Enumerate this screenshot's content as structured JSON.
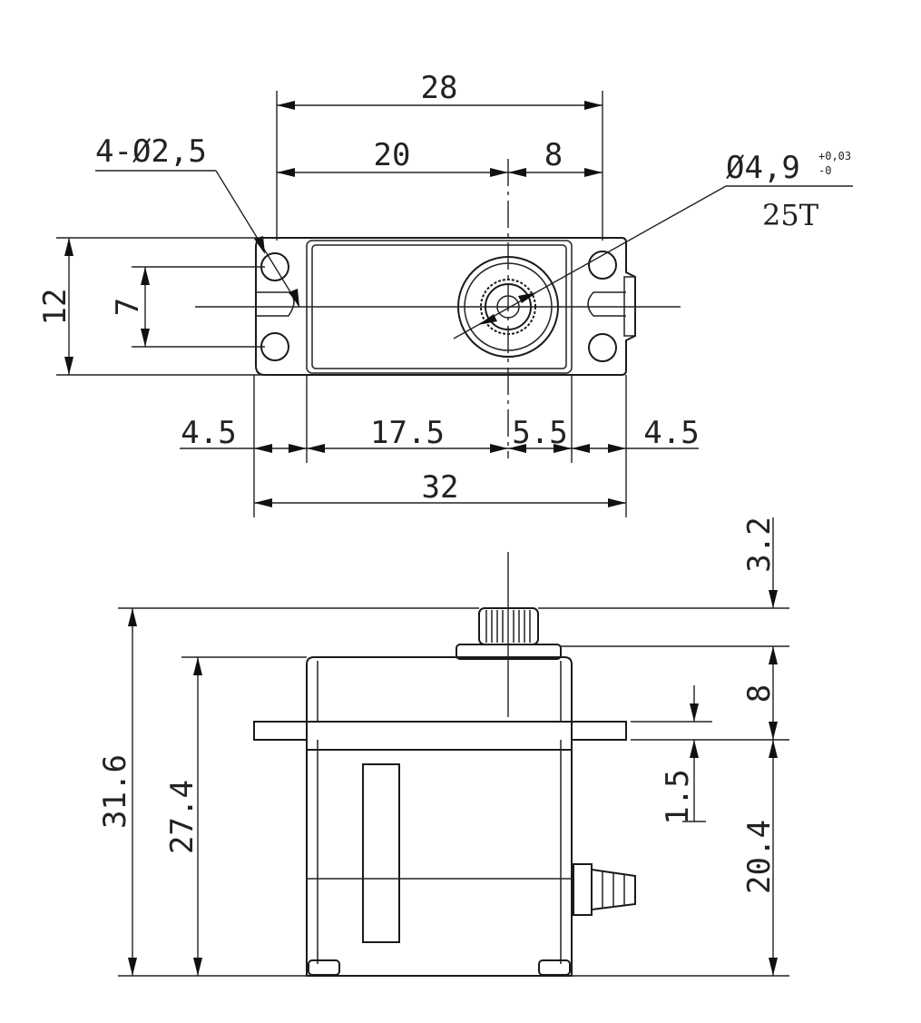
{
  "top_view": {
    "dim_overall_hole_spacing": "28",
    "dim_hole_to_shaft": "20",
    "dim_shaft_to_hole": "8",
    "dim_height": "12",
    "dim_hole_vertical_spacing": "7",
    "dim_left_tab": "4.5",
    "dim_body_to_shaft": "17.5",
    "dim_shaft_to_body": "5.5",
    "dim_right_tab": "4.5",
    "dim_total_width": "32",
    "holes_note": "4-Ø2,5",
    "shaft_note": "Ø4,9",
    "shaft_tol_upper": "+0,03",
    "shaft_tol_lower": "-0",
    "spline_note": "25T"
  },
  "side_view": {
    "dim_total_height": "31.6",
    "dim_body_height": "27.4",
    "dim_spline_height": "3.2",
    "dim_top_to_flange": "8",
    "dim_flange_thickness": "1.5",
    "dim_flange_to_bottom": "20.4"
  }
}
